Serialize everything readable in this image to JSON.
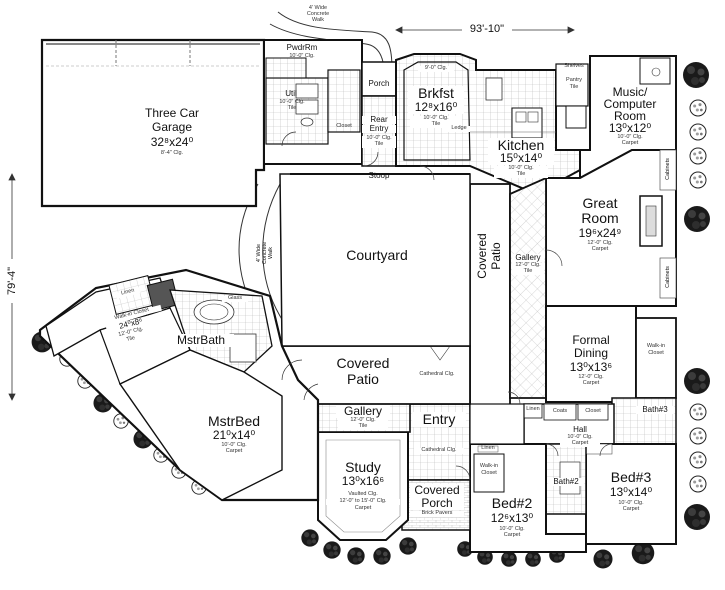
{
  "dimensions": {
    "overall_width": "93'-10\"",
    "overall_depth": "79'-4\""
  },
  "walk_note": {
    "line1": "4' Wide",
    "line2": "Concrete",
    "line3": "Walk"
  },
  "rooms": {
    "garage": {
      "name_line1": "Three Car",
      "name_line2": "Garage",
      "size": "32⁸x24⁰",
      "clg": "8'-4\" Clg."
    },
    "pwdr": {
      "name": "PwdrRm",
      "clg": "10'-0\" Clg."
    },
    "util": {
      "name": "Util",
      "clg": "10'-0\" Clg.",
      "floor": "Tile"
    },
    "porch": {
      "name": "Porch"
    },
    "rear_entry": {
      "name_line1": "Rear",
      "name_line2": "Entry",
      "clg": "10'-0\" Clg.",
      "floor": "Tile"
    },
    "closet_util": {
      "name": "Closet"
    },
    "stoop": {
      "name": "Stoop"
    },
    "brkfst": {
      "name": "Brkfst",
      "size": "12⁸x16⁰",
      "clg": "10'-0\" Clg.",
      "floor": "Tile",
      "note": "9'-0\" Clg."
    },
    "kitchen": {
      "name": "Kitchen",
      "size": "15⁰x14⁰",
      "clg": "10'-0\" Clg.",
      "floor": "Tile",
      "ledge": "Ledge"
    },
    "pantry": {
      "name": "Pantry",
      "floor": "Tile"
    },
    "shelves": {
      "name": "Shelves"
    },
    "music": {
      "name_line1": "Music/",
      "name_line2": "Computer",
      "name_line3": "Room",
      "size": "13⁰x12⁰",
      "clg": "10'-0\" Clg.",
      "floor": "Carpet"
    },
    "great": {
      "name_line1": "Great",
      "name_line2": "Room",
      "size": "19⁶x24⁹",
      "clg": "12'-0\" Clg.",
      "floor": "Carpet",
      "cabinets": "Cabinets"
    },
    "courtyard": {
      "name": "Courtyard",
      "walk_line1": "4' Wide",
      "walk_line2": "Concrete",
      "walk_line3": "Walk"
    },
    "covered_patio_v": {
      "name_line1": "Covered",
      "name_line2": "Patio"
    },
    "gallery_v": {
      "name": "Gallery",
      "clg": "12'-0\" Clg.",
      "floor": "Tile"
    },
    "formal": {
      "name_line1": "Formal",
      "name_line2": "Dining",
      "size": "13⁰x13⁶",
      "clg": "12'-0\" Clg.",
      "floor": "Carpet"
    },
    "walkin_right": {
      "name_line1": "Walk-in",
      "name_line2": "Closet"
    },
    "mbath": {
      "name": "MstrBath"
    },
    "walkin_master": {
      "name": "Walk-in Closet",
      "size": "24⁰x8⁶",
      "clg": "12'-0\" Clg.",
      "floor": "Tile",
      "linen": "Linen"
    },
    "covered_patio": {
      "name_line1": "Covered",
      "name_line2": "Patio",
      "cathedral": "Cathedral Clg."
    },
    "mbed": {
      "name": "MstrBed",
      "size": "21⁰x14⁰",
      "clg": "10'-0\" Clg.",
      "floor": "Carpet"
    },
    "gallery_h": {
      "name": "Gallery",
      "clg": "12'-0\" Clg.",
      "floor": "Tile"
    },
    "entry": {
      "name": "Entry",
      "cathedral": "Cathedral Clg."
    },
    "study": {
      "name": "Study",
      "size": "13⁰x16⁶",
      "clg_line1": "Vaulted Clg.",
      "clg_line2": "12'-0\" to 15'-0\" Clg.",
      "floor": "Carpet"
    },
    "front_porch": {
      "name_line1": "Covered",
      "name_line2": "Porch",
      "floor": "Brick Pavers"
    },
    "bed2": {
      "name": "Bed#2",
      "size": "12⁶x13⁰",
      "clg": "10'-0\" Clg.",
      "floor": "Carpet"
    },
    "walkin_bed2": {
      "name_line1": "Walk-in",
      "name_line2": "Closet",
      "linen": "Linen"
    },
    "bath2": {
      "name": "Bath#2"
    },
    "hall": {
      "name": "Hall",
      "clg": "10'-0\" Clg.",
      "floor": "Carpet",
      "coats": "Coats",
      "closet": "Closet",
      "linen": "Linen"
    },
    "bath3": {
      "name": "Bath#3"
    },
    "bed3": {
      "name": "Bed#3",
      "size": "13⁰x14⁰",
      "clg": "10'-0\" Clg.",
      "floor": "Carpet"
    },
    "mbath_glass": {
      "name": "Glass"
    }
  }
}
